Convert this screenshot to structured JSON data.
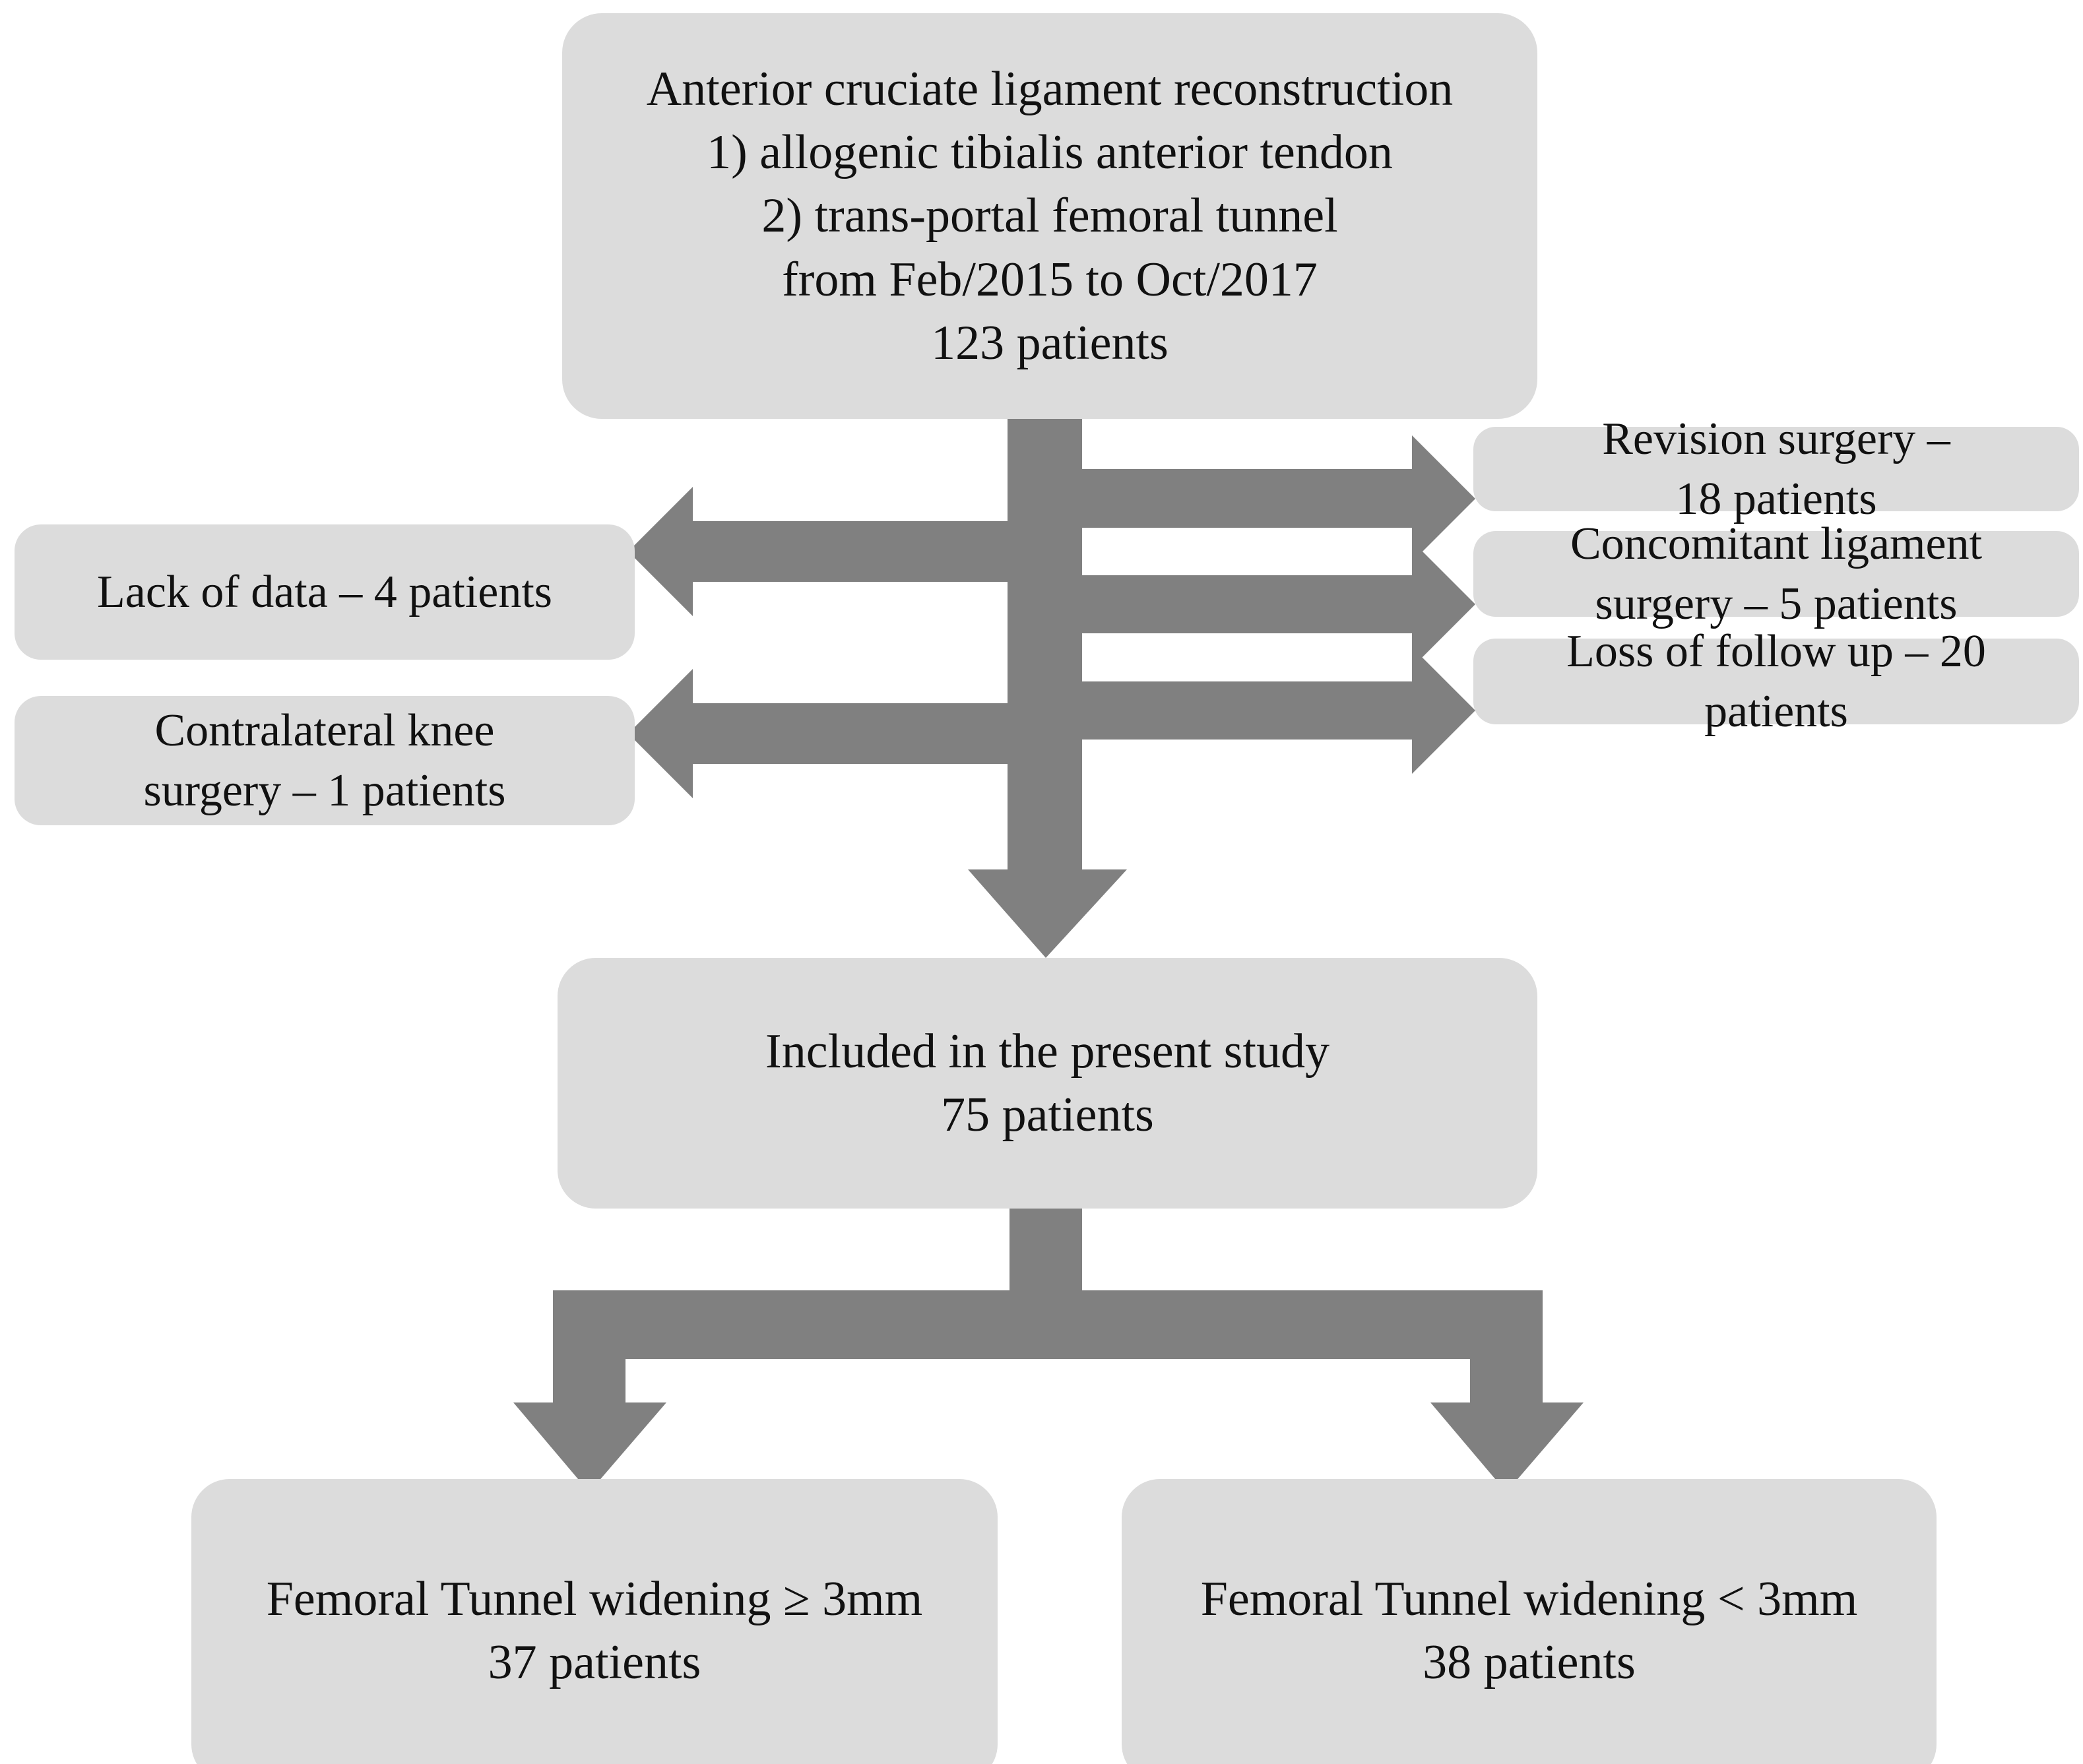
{
  "figure": {
    "type": "flowchart",
    "title": "Patient selection flow diagram",
    "colors": {
      "node_fill": "#dcdcdc",
      "arrow_fill": "#808080",
      "text": "#111111",
      "background": "#ffffff"
    }
  },
  "nodes": {
    "source": {
      "text": "Anterior cruciate ligament reconstruction\n1) allogenic tibialis anterior tendon\n2) trans-portal femoral tunnel\nfrom Feb/2015 to Oct/2017\n123 patients",
      "count": 123
    },
    "revision": {
      "text": "Revision surgery –\n18 patients",
      "count": 18
    },
    "concomitant": {
      "text": "Concomitant ligament\nsurgery – 5 patients",
      "count": 5
    },
    "loss_of_follow_up": {
      "text": "Loss of follow up – 20\npatients",
      "count": 20
    },
    "lack_of_data": {
      "text": "Lack of data – 4 patients",
      "count": 4
    },
    "contralateral": {
      "text": "Contralateral knee\nsurgery – 1 patients",
      "count": 1
    },
    "included": {
      "text": "Included in the present study\n75 patients",
      "count": 75
    },
    "widening_ge_3mm": {
      "text": "Femoral Tunnel widening ≥ 3mm\n37 patients",
      "count": 37
    },
    "widening_lt_3mm": {
      "text": "Femoral Tunnel widening < 3mm\n38 patients",
      "count": 38
    }
  },
  "arrows": [
    {
      "name": "source-to-included-trunk",
      "direction": "down",
      "from": "source",
      "to": "included"
    },
    {
      "name": "branch-to-revision",
      "direction": "right",
      "from": "source",
      "to": "revision"
    },
    {
      "name": "branch-to-concomitant",
      "direction": "right",
      "from": "source",
      "to": "concomitant"
    },
    {
      "name": "branch-to-loss-of-follow-up",
      "direction": "right",
      "from": "source",
      "to": "loss_of_follow_up"
    },
    {
      "name": "branch-to-lack-of-data",
      "direction": "left",
      "from": "source",
      "to": "lack_of_data"
    },
    {
      "name": "branch-to-contralateral",
      "direction": "left",
      "from": "source",
      "to": "contralateral"
    },
    {
      "name": "included-to-widening-ge",
      "direction": "down",
      "from": "included",
      "to": "widening_ge_3mm"
    },
    {
      "name": "included-to-widening-lt",
      "direction": "down",
      "from": "included",
      "to": "widening_lt_3mm"
    }
  ]
}
